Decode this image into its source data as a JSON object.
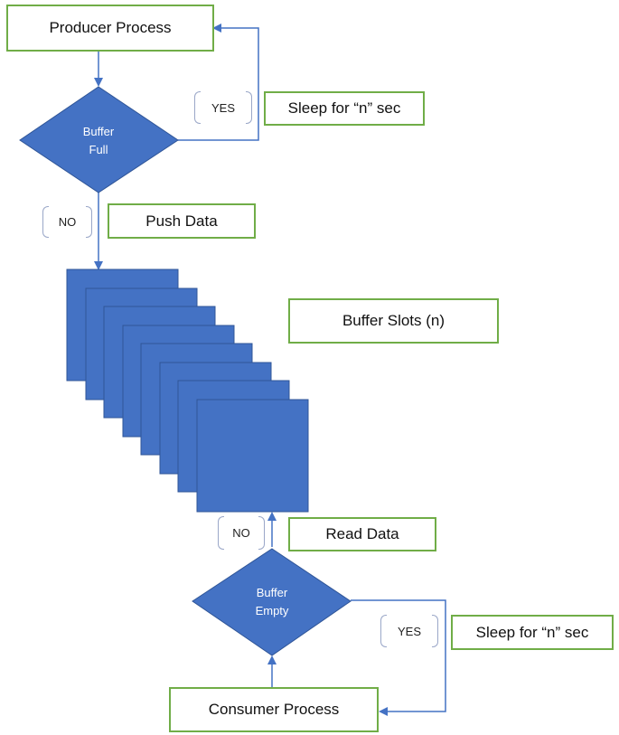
{
  "producer": {
    "label": "Producer Process"
  },
  "consumer": {
    "label": "Consumer Process"
  },
  "decision_full": {
    "line1": "Buffer",
    "line2": "Full"
  },
  "decision_empty": {
    "line1": "Buffer",
    "line2": "Empty"
  },
  "tags": {
    "yes_top": "YES",
    "no_top": "NO",
    "no_bottom": "NO",
    "yes_bottom": "YES"
  },
  "notes": {
    "sleep_top": "Sleep for “n” sec",
    "push": "Push Data",
    "slots": "Buffer Slots (n)",
    "read": "Read Data",
    "sleep_bottom": "Sleep for “n” sec"
  },
  "colors": {
    "shape_fill": "#4472c4",
    "shape_stroke": "#2f5597",
    "box_border": "#70ad47",
    "connector": "#4472c4"
  }
}
